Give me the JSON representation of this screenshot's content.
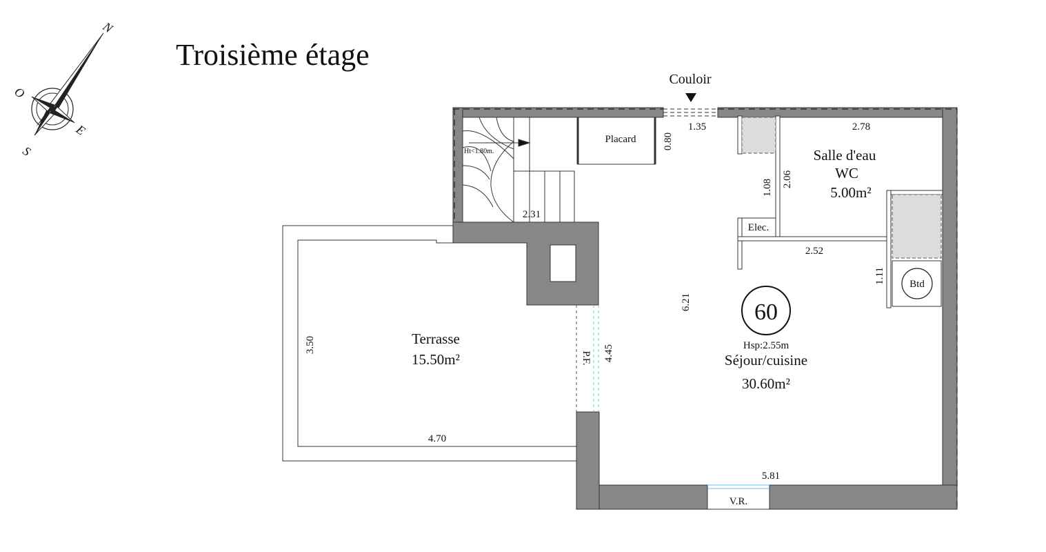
{
  "title": "Troisième étage",
  "compass": {
    "n": "N",
    "o": "O",
    "e": "E",
    "s": "S"
  },
  "corridor_label": "Couloir",
  "lot_number": "60",
  "rooms": {
    "sejour": {
      "hsp": "Hsp:2.55m",
      "name": "Séjour/cuisine",
      "area": "30.60m²"
    },
    "salle": {
      "name1": "Salle d'eau",
      "name2": "WC",
      "area": "5.00m²"
    },
    "terrasse": {
      "name": "Terrasse",
      "area": "15.50m²"
    }
  },
  "labels": {
    "placard": "Placard",
    "elec": "Elec.",
    "btd": "Btd",
    "vr": "V.R.",
    "pf": "P.F.",
    "stair_height": "Ht<1.80m."
  },
  "dimensions": {
    "door_top": "1.35",
    "placard_depth": "0.80",
    "salle_top": "2.78",
    "salle_inner_v": "1.08",
    "salle_v": "2.06",
    "stair_w": "2.31",
    "salle_bottom": "2.52",
    "btd_v": "1.11",
    "sejour_v": "6.21",
    "pf_v": "4.45",
    "terrasse_v": "3.50",
    "terrasse_w": "4.70",
    "sejour_bottom": "5.81"
  },
  "colors": {
    "wall": "#878787",
    "wall_edge": "#333333",
    "window": "#5bc4e6",
    "cabinet": "#dcdcdc"
  }
}
